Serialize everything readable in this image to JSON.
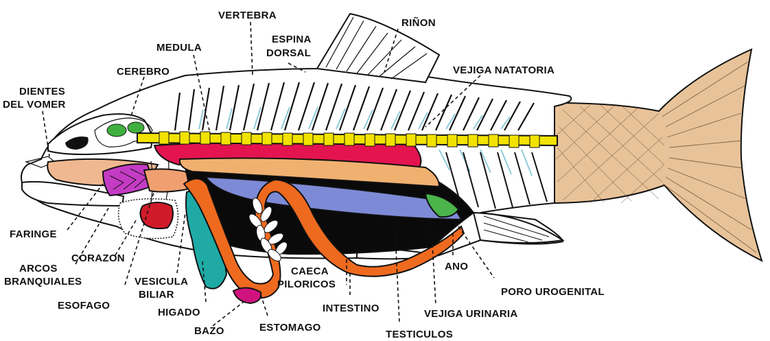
{
  "labels": {
    "vertebra": "VERTEBRA",
    "rinon": "RIÑON",
    "espina_1": "ESPINA",
    "espina_2": "DORSAL",
    "medula": "MEDULA",
    "vejiga_natatoria": "VEJIGA NATATORIA",
    "cerebro": "CEREBRO",
    "dientes_1": "DIENTES",
    "dientes_2": "DEL VOMER",
    "faringe": "FARINGE",
    "corazon": "CORAZON",
    "arcos_1": "ARCOS",
    "arcos_2": "BRANQUIALES",
    "vesicula_1": "VESICULA",
    "vesicula_2": "BILIAR",
    "esofago": "ESOFAGO",
    "higado": "HIGADO",
    "bazo": "BAZO",
    "estomago": "ESTOMAGO",
    "caeca_1": "CAECA",
    "caeca_2": "PILORICOS",
    "intestino": "INTESTINO",
    "testiculos": "TESTICULOS",
    "ano": "ANO",
    "vejiga_urinaria": "VEJIGA URINARIA",
    "poro_urogenital": "PORO UROGENITAL"
  },
  "colors": {
    "background": "#ffffff",
    "outline": "#111111",
    "tail": "#e8c39a",
    "brain": "#2e8b2e",
    "spinal_cord": "#f2e200",
    "kidney": "#e3144f",
    "swim_bladder": "#f0b170",
    "body_cavity": "#0a0a0a",
    "stomach_intestine": "#ee6a1f",
    "liver": "#1faaa6",
    "spleen": "#d0137f",
    "gills": "#c43cc4",
    "heart": "#d01a2a",
    "bile_duct": "#5ac83c",
    "testis": "#7d8ad6",
    "vertebral_spines": "#87c8d8"
  }
}
